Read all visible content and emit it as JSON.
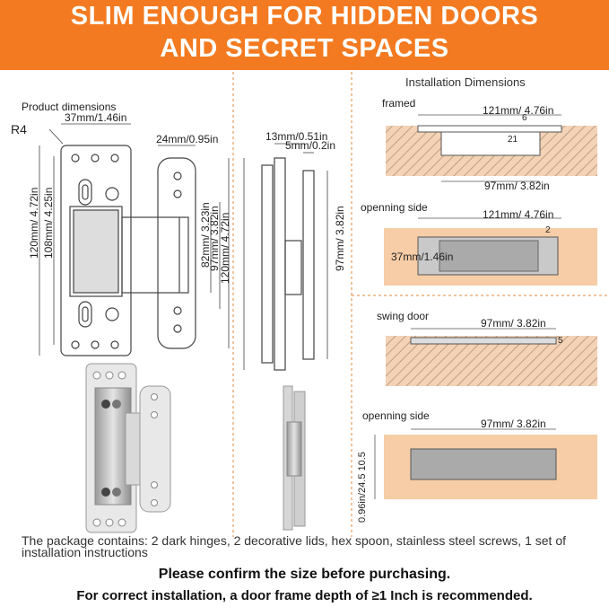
{
  "banner": {
    "line1": "SLIM ENOUGH FOR HIDDEN DOORS",
    "line2": "AND SECRET SPACES"
  },
  "product": {
    "label": "Product dimensions",
    "corner": "R4",
    "width": "37mm/1.46in",
    "plate_width": "24mm/0.95in",
    "thickness": "13mm/0.51in",
    "gap": "5mm/0.2in",
    "height_total": "120mm/ 4.72in",
    "height_inner": "108mm/ 4.25in",
    "h82": "82mm/ 3.23in",
    "h97": "97mm/ 3.82in",
    "h120": "120mm/ 4.72in",
    "side_h97": "97mm/ 3.82in"
  },
  "install": {
    "title": "Installation Dimensions",
    "framed": {
      "label": "framed",
      "top": "121mm/ 4.76in",
      "bottom": "97mm/ 3.82in",
      "n6": "6",
      "n21": "21"
    },
    "opening1": {
      "label": "openning side",
      "top": "121mm/ 4.76in",
      "inner": "37mm/1.46in",
      "n2": "2"
    },
    "swing": {
      "label": "swing door",
      "top": "97mm/ 3.82in",
      "n5": "5"
    },
    "opening2": {
      "label": "openning side",
      "top": "97mm/ 3.82in",
      "side": "0.96in/24.5 10.5"
    }
  },
  "package_text": "The package contains: 2 dark hinges, 2 decorative lids, hex spoon, stainless steel screws, 1 set of installation instructions",
  "footer": {
    "line1": "Please confirm the size before purchasing.",
    "line2": "For correct installation, a door frame depth of ≥1 Inch is recommended."
  },
  "colors": {
    "banner": "#f37a20",
    "wood": "#f5c9a3",
    "hatch": "#c8a58a",
    "metal": "#bdbdbd"
  }
}
